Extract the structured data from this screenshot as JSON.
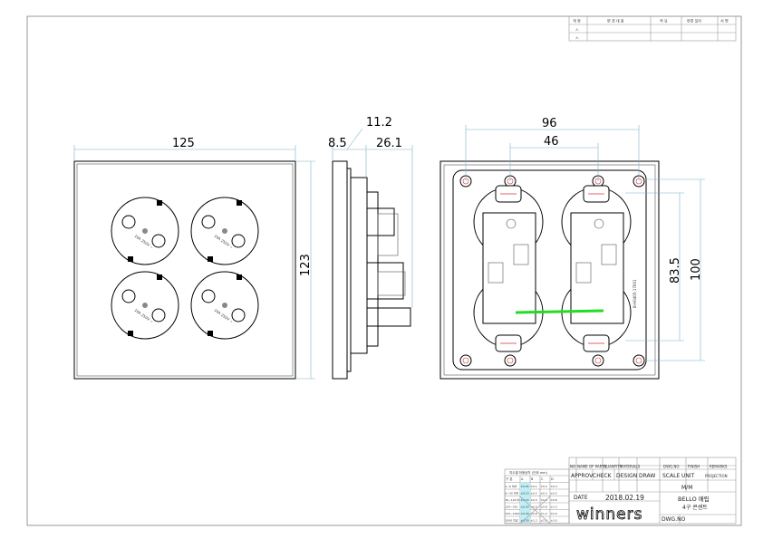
{
  "revision_table": {
    "headers": [
      "개 정",
      "변 경 내 용",
      "적 요",
      "변경 일자",
      "서 명"
    ],
    "rows": [
      "⚠",
      "⚠"
    ]
  },
  "front_view": {
    "width_dim": "125",
    "height_dim": "123",
    "socket_rating": "16A 250V ~"
  },
  "side_view": {
    "dims": [
      "8.5",
      "11.2",
      "26.1"
    ]
  },
  "back_view": {
    "dims": {
      "outer_width": "96",
      "inner_width": "46",
      "inner_height": "83.5",
      "outer_height": "100"
    },
    "part_label": "B-H0405-17001"
  },
  "title_block": {
    "parts_header": [
      "NO",
      "NAME OF PARTS",
      "QUANTITY",
      "MATERIALS",
      "DWG.NO",
      "FINISH",
      "REMARKS"
    ],
    "sign_header": [
      "APPROV",
      "CHECK",
      "DESIGN",
      "DRAW"
    ],
    "scale_label": "SCALE",
    "unit_label": "UNIT",
    "unit_value": "M/M",
    "projection_label": "PROJECTION",
    "date_label": "DATE",
    "date_value": "2018.02.19",
    "product_name": "BELLO 매립",
    "product_desc": "4구 콘센트",
    "dwg_no_label": "DWG.NO",
    "logo": "winners"
  },
  "tolerance_table": {
    "title": "치수별 허용공차 (단위 mm)",
    "headers": [
      "구 분",
      "A",
      "B",
      "C",
      "D"
    ],
    "rows": [
      [
        "1~6 이하",
        "±0.05",
        "±0.1",
        "±0.2",
        "±0.3"
      ],
      [
        "6~30 이하",
        "±0.10",
        "±0.2",
        "±0.3",
        "±0.5"
      ],
      [
        "30~120 이하",
        "±0.15",
        "±0.3",
        "±0.5",
        "±0.8"
      ],
      [
        "120~315",
        "±0.20",
        "±0.5",
        "±0.8",
        "±1.2"
      ],
      [
        "315~1000",
        "±0.30",
        "±0.8",
        "±1.2",
        "±2.0"
      ],
      [
        "1000 이상",
        "±0.50",
        "±1.2",
        "±2.0",
        "±3.0"
      ]
    ]
  }
}
